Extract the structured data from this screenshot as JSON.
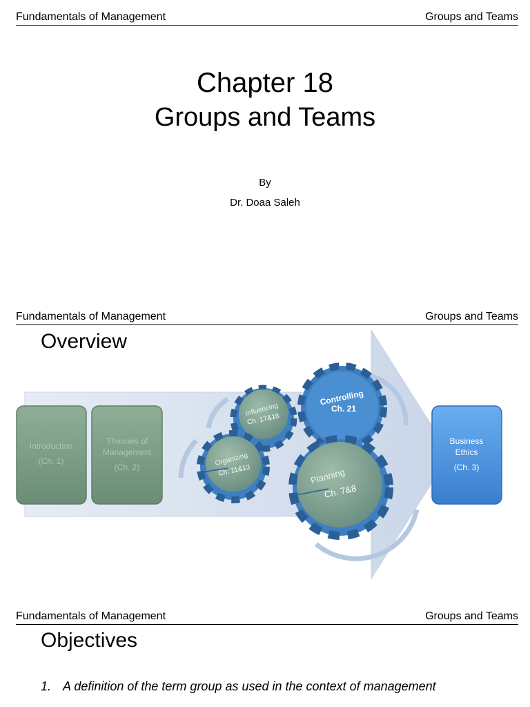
{
  "header": {
    "left": "Fundamentals of Management",
    "right": "Groups and Teams"
  },
  "title_slide": {
    "chapter": "Chapter 18",
    "title": "Groups and Teams",
    "by": "By",
    "author": "Dr. Doaa Saleh"
  },
  "overview": {
    "heading": "Overview",
    "boxes": {
      "introduction": [
        "Introduction",
        "(Ch. 1)"
      ],
      "theories": [
        "Theories of",
        "Management",
        "(Ch. 2)"
      ],
      "ethics": [
        "Business",
        "Ethics",
        "(Ch. 3)"
      ]
    },
    "gears": {
      "influencing": [
        "Influencing",
        "Ch. 17&18"
      ],
      "controlling": [
        "Controlling",
        "Ch. 21"
      ],
      "organizing": [
        "Organizing",
        "Ch. 11&13"
      ],
      "planning": [
        "Planning",
        "Ch. 7&8"
      ]
    }
  },
  "objectives": {
    "heading": "Objectives",
    "items": [
      {
        "num": "1.",
        "text": "A definition of the term group as used in the context of management"
      }
    ]
  },
  "colors": {
    "green_box": "#7a9c84",
    "blue_box": "#4a90d9",
    "gear_blue": "#3e7fc1",
    "arrow": "#dbe4f0"
  }
}
